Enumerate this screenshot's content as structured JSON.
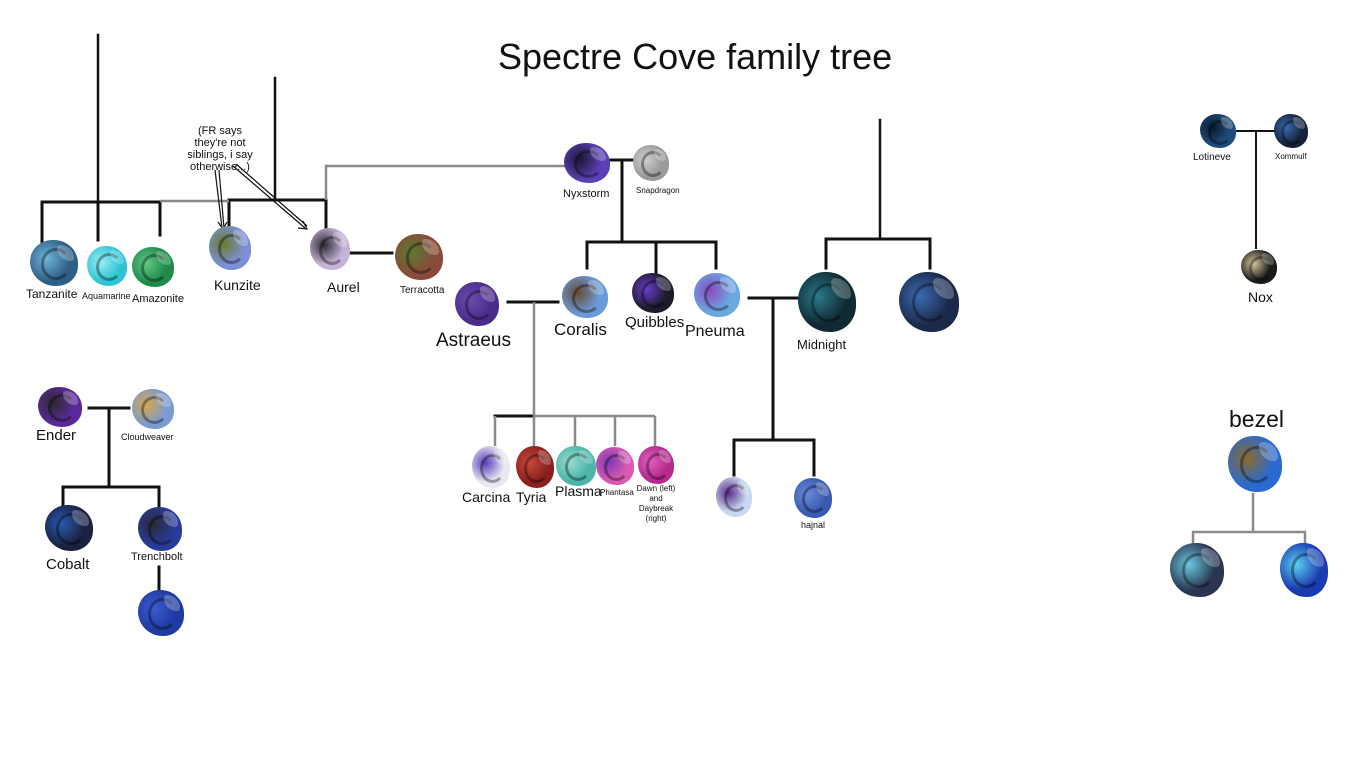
{
  "title": "Spectre Cove family tree",
  "note": {
    "lines": [
      "(FR says",
      "they're not",
      "siblings, i say",
      "otherwise...)"
    ]
  },
  "colors": {
    "line_black": "#111111",
    "line_gray": "#8a8a8a",
    "background": "#ffffff"
  },
  "dragons": {
    "tanzanite": {
      "name": "Tanzanite",
      "color": "#2e5f86",
      "accent": "#6fb6d9"
    },
    "aquamarine": {
      "name": "Aquamarine",
      "color": "#2fc4d4",
      "accent": "#9beef2"
    },
    "amazonite": {
      "name": "Amazonite",
      "color": "#1f8a4a",
      "accent": "#63c887"
    },
    "kunzite": {
      "name": "Kunzite",
      "color": "#7c8fd6",
      "accent": "#6a7a2a"
    },
    "aurel": {
      "name": "Aurel",
      "color": "#c6b3d8",
      "accent": "#2a2a33"
    },
    "terracotta": {
      "name": "Terracotta",
      "color": "#8a4a3a",
      "accent": "#5a7a2f"
    },
    "nyxstorm": {
      "name": "Nyxstorm",
      "color": "#5a3fb5",
      "accent": "#1b1730"
    },
    "snapdragon": {
      "name": "Snapdragon",
      "color": "#9a9a9a",
      "accent": "#d0d0d0"
    },
    "astraeus": {
      "name": "Astraeus",
      "color": "#4a2d8a",
      "accent": "#6b4bb0"
    },
    "coralis": {
      "name": "Coralis",
      "color": "#6a9ad8",
      "accent": "#6b4a33"
    },
    "quibbles": {
      "name": "Quibbles",
      "color": "#1d1a2b",
      "accent": "#6a3fd0"
    },
    "pneuma": {
      "name": "Pneuma",
      "color": "#6aa8e0",
      "accent": "#8a4ac0"
    },
    "midnight": {
      "name": "Midnight",
      "color": "#0f2a33",
      "accent": "#2b7a8a"
    },
    "midnight_mate": {
      "name": "",
      "color": "#1b2a4a",
      "accent": "#3a6ab0"
    },
    "carcina": {
      "name": "Carcina",
      "color": "#e8e8f0",
      "accent": "#5a3ac0"
    },
    "tyria": {
      "name": "Tyria",
      "color": "#8a1f1f",
      "accent": "#c84a3a"
    },
    "plasma": {
      "name": "Plasma",
      "color": "#4ab5a8",
      "accent": "#9adbd0"
    },
    "phantasa": {
      "name": "Phantasa",
      "color": "#d85ab0",
      "accent": "#7a3ab5"
    },
    "dawn": {
      "name": "Dawn (left) and Daybreak (right)",
      "lines": [
        "Dawn (left)",
        "and",
        "Daybreak",
        "(right)"
      ],
      "color": "#b52a8a",
      "accent": "#e060c0"
    },
    "pm_child1": {
      "name": "",
      "color": "#c8d8f0",
      "accent": "#5a2a8a"
    },
    "hajnal": {
      "name": "hajnal",
      "color": "#3a5ab0",
      "accent": "#6a8ad8"
    },
    "lotineve": {
      "name": "Lotineve",
      "color": "#1f4a7a",
      "accent": "#0c1a2a"
    },
    "xommulf": {
      "name": "Xommulf",
      "color": "#14233a",
      "accent": "#3a6ab0"
    },
    "nox": {
      "name": "Nox",
      "color": "#1a1a1a",
      "accent": "#d8c89a"
    },
    "ender": {
      "name": "Ender",
      "color": "#5a2a9a",
      "accent": "#2a2a2a"
    },
    "cloudweaver": {
      "name": "Cloudweaver",
      "color": "#7a9ad0",
      "accent": "#d8a84a"
    },
    "cobalt": {
      "name": "Cobalt",
      "color": "#1a2240",
      "accent": "#2a5ab0"
    },
    "trenchbolt": {
      "name": "Trenchbolt",
      "color": "#2a3a9a",
      "accent": "#2a2a33"
    },
    "trench_child": {
      "name": "",
      "color": "#1f3aa0",
      "accent": "#3a5ad0"
    },
    "bezel": {
      "name": "bezel",
      "color": "#2a6ad0",
      "accent": "#8a6a2a"
    },
    "bezel_child1": {
      "name": "",
      "color": "#2a3550",
      "accent": "#6ac8e0"
    },
    "bezel_child2": {
      "name": "",
      "color": "#1a3ab0",
      "accent": "#5ad0f0"
    }
  }
}
